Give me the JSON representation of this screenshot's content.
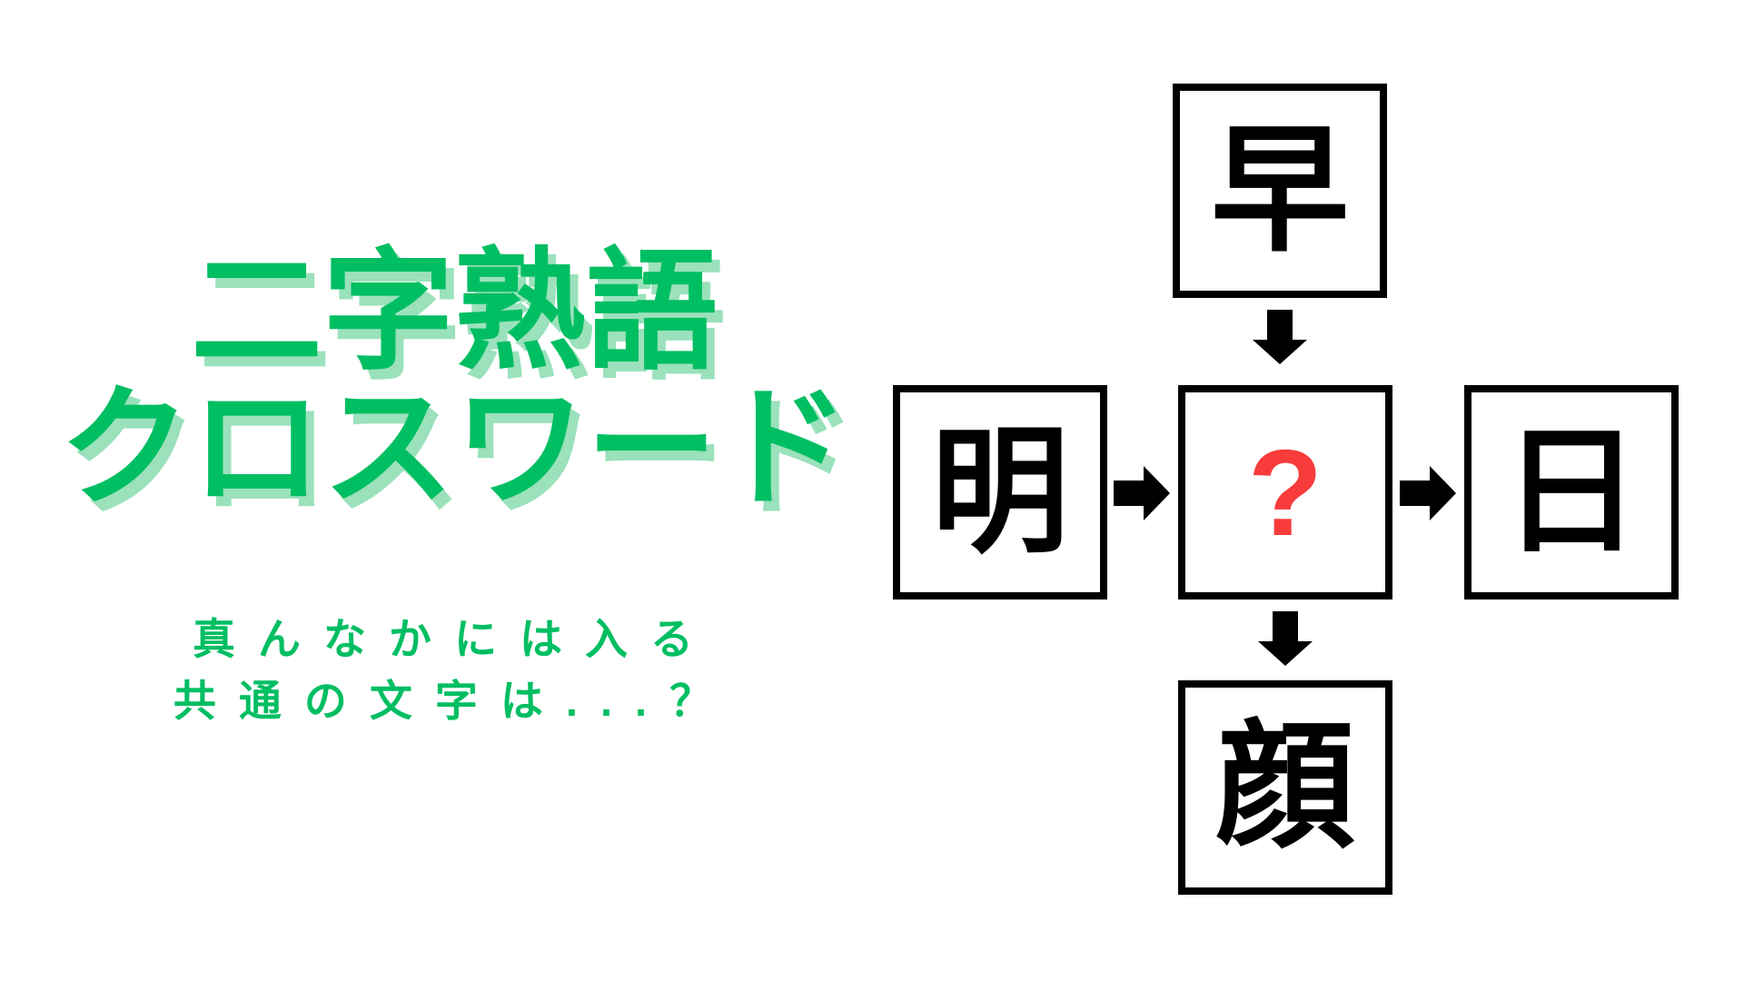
{
  "title": {
    "line1": "二字熟語",
    "line2": "クロスワード"
  },
  "subtitle": {
    "line1": "真んなかには入る",
    "line2": "共通の文字は...？"
  },
  "puzzle": {
    "top_char": "早",
    "left_char": "明",
    "center_char": "?",
    "right_char": "日",
    "bottom_char": "顔",
    "arrows": [
      {
        "icon": "arrow-down-icon",
        "from": "top",
        "to": "center"
      },
      {
        "icon": "arrow-right-icon",
        "from": "left",
        "to": "center"
      },
      {
        "icon": "arrow-right-icon",
        "from": "center",
        "to": "right"
      },
      {
        "icon": "arrow-down-icon",
        "from": "center",
        "to": "bottom"
      }
    ]
  },
  "colors": {
    "green": "#00be62",
    "green_shadow": "#9ae1bc",
    "red": "#f83b3b",
    "black": "#000000",
    "background": "#ffffff"
  }
}
